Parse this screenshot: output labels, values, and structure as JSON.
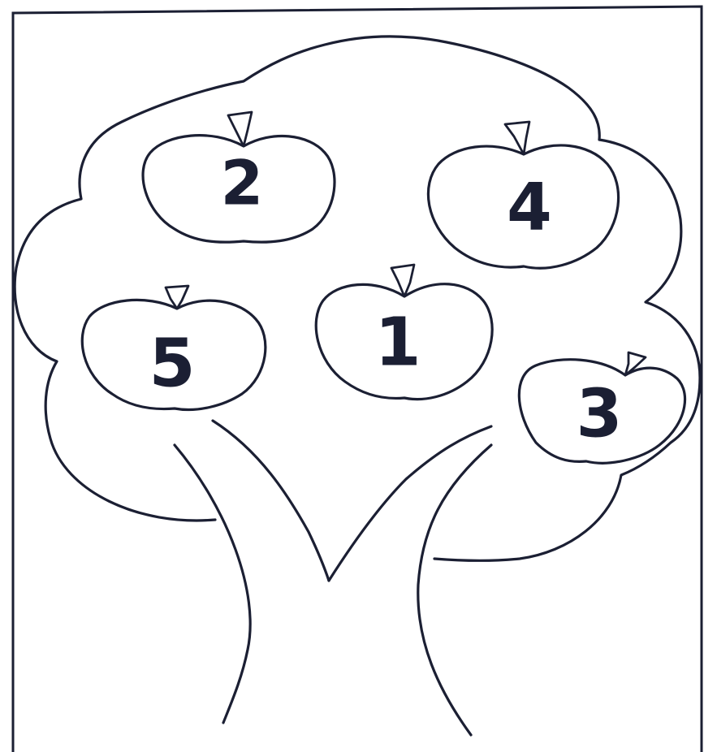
{
  "picture": {
    "ink_color": "#1b1f33",
    "background_color": "#ffffff",
    "apples": [
      {
        "number": "2"
      },
      {
        "number": "4"
      },
      {
        "number": "5"
      },
      {
        "number": "1"
      },
      {
        "number": "3"
      }
    ]
  }
}
